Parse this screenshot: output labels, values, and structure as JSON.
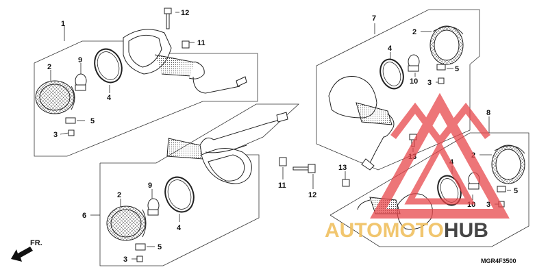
{
  "diagram": {
    "callouts": {
      "c1": "1",
      "c2a": "2",
      "c3a": "3",
      "c4a": "4",
      "c5a": "5",
      "c9a": "9",
      "c11a": "11",
      "c12a": "12",
      "c6": "6",
      "c2b": "2",
      "c9b": "9",
      "c4b": "4",
      "c5b": "5",
      "c3b": "3",
      "c11b": "11",
      "c12b": "12",
      "c7": "7",
      "c2c": "2",
      "c4c": "4",
      "c5c": "5",
      "c10c": "10",
      "c3c": "3",
      "c13a": "13",
      "c13b": "13",
      "c8": "8",
      "c2d": "2",
      "c4d": "4",
      "c5d": "5",
      "c10d": "10",
      "c3d": "3"
    },
    "front_arrow": "FR.",
    "drawing_code": "MGR4F3500"
  },
  "watermark": {
    "part1": "AUTOMOTO",
    "part2": "HUB",
    "color_part1": "#f0c060",
    "color_part2": "#333333",
    "logo_color": "#e8474b"
  }
}
